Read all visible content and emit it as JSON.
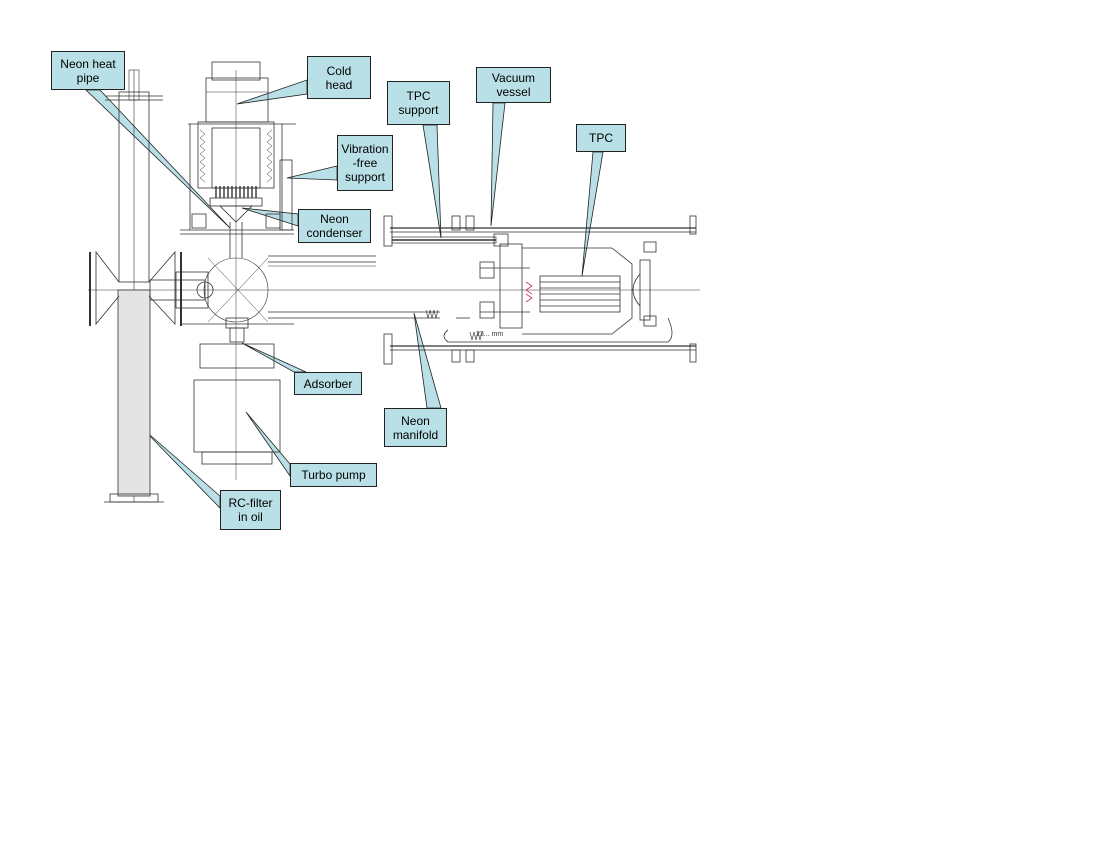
{
  "diagram": {
    "colors": {
      "callout_fill": "#b9e0e6",
      "callout_border": "#222222",
      "drawing_line": "#333333",
      "filter_fill": "#e4e4e4",
      "accent_wire": "#cc3355"
    },
    "dimension_label": "23... mm",
    "callouts": {
      "neon_heat_pipe": "Neon heat\npipe",
      "cold_head": "Cold\nhead",
      "tpc_support": "TPC\nsupport",
      "vacuum_vessel": "Vacuum\nvessel",
      "tpc": "TPC",
      "vibration_free_support": "Vibration\n-free\nsupport",
      "neon_condenser": "Neon\ncondenser",
      "adsorber": "Adsorber",
      "neon_manifold": "Neon\nmanifold",
      "turbo_pump": "Turbo pump",
      "rc_filter_in_oil": "RC-filter\nin oil"
    }
  }
}
